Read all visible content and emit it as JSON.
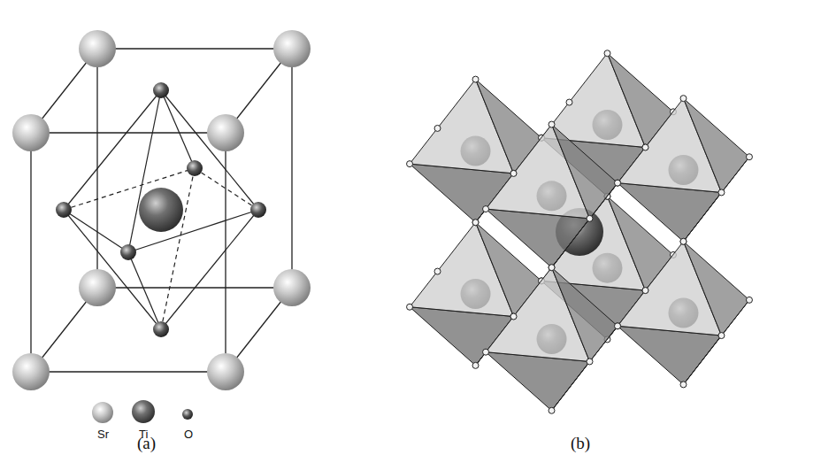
{
  "diagram": {
    "labels": [
      "(a)",
      "(b)"
    ],
    "legend": [
      {
        "text": "Sr"
      },
      {
        "text": "Ti"
      },
      {
        "text": "O"
      }
    ]
  }
}
